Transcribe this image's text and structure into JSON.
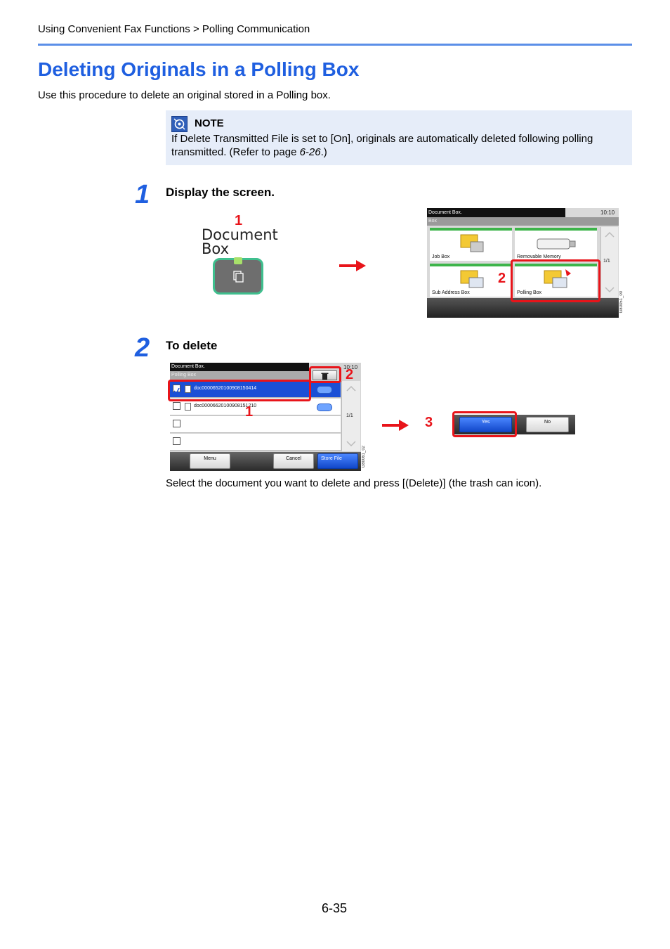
{
  "header": {
    "breadcrumb": "Using Convenient Fax Functions > Polling Communication"
  },
  "page_title": "Deleting Originals in a Polling Box",
  "intro": "Use this procedure to delete an original stored in a Polling box.",
  "note": {
    "label": "NOTE",
    "text_before": "If Delete Transmitted File is set to [On], originals are automatically deleted following polling transmitted. (Refer to page ",
    "page_ref": "6-26",
    "text_after": ".)"
  },
  "steps": [
    {
      "number": "1",
      "title": "Display the screen.",
      "key_label_line1": "Document",
      "key_label_line2": "Box",
      "callouts": [
        "1",
        "2"
      ],
      "screen": {
        "header": "Document Box.",
        "subheader": "Box",
        "time": "10:10",
        "tiles": [
          "Job Box",
          "Removable Memory",
          "Sub Address Box",
          "Polling Box"
        ],
        "page": "1/1",
        "image_code": "G80051_00"
      }
    },
    {
      "number": "2",
      "title": "To delete",
      "callouts": [
        "1",
        "2",
        "3"
      ],
      "screen": {
        "header": "Document Box.",
        "subheader": "Polling Box",
        "time": "10:10",
        "rows": [
          "doc00006520100908150414",
          "doc00006620100908151210",
          "",
          ""
        ],
        "page": "1/1",
        "buttons": [
          "Menu",
          "Cancel",
          "Store File"
        ],
        "image_code": "G80061_02"
      },
      "confirm": {
        "yes": "Yes",
        "no": "No"
      },
      "caption": "Select the document you want to delete and press [(Delete)] (the trash can icon)."
    }
  ],
  "footer": {
    "page_number": "6-35"
  },
  "colors": {
    "accent": "#1f5fe0",
    "callout": "#e8141a",
    "note_bg": "#e6edf9",
    "selected_row": "#1a4fd6"
  }
}
